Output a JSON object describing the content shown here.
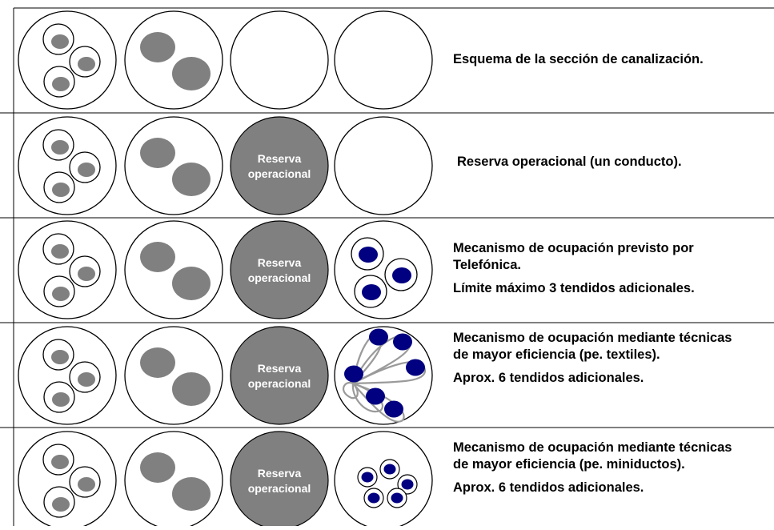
{
  "colors": {
    "line": "#000000",
    "gray_fill": "#808080",
    "reserve_fill": "#808080",
    "blue_fill": "#000080",
    "textile_outline": "#9a9a9a",
    "background": "#ffffff"
  },
  "reserve_label": [
    "Reserva",
    "operacional"
  ],
  "rows": [
    {
      "id": "row-1",
      "ducts": [
        "cables3",
        "cables2",
        "empty",
        "empty"
      ],
      "text": [
        "Esquema de la sección de canalización."
      ]
    },
    {
      "id": "row-2",
      "ducts": [
        "cables3",
        "cables2",
        "reserve",
        "empty"
      ],
      "text": [
        "Reserva operacional (un conducto)."
      ]
    },
    {
      "id": "row-3",
      "ducts": [
        "cables3",
        "cables2",
        "reserve",
        "blue3"
      ],
      "text": [
        "Mecanismo de ocupación previsto por",
        "Telefónica.",
        "",
        "Límite máximo 3 tendidos adicionales."
      ]
    },
    {
      "id": "row-4",
      "ducts": [
        "cables3",
        "cables2",
        "reserve",
        "textile6"
      ],
      "text": [
        "Mecanismo de ocupación mediante técnicas",
        "de mayor eficiencia (pe. textiles).",
        "",
        "Aprox. 6 tendidos adicionales."
      ]
    },
    {
      "id": "row-5",
      "ducts": [
        "cables3",
        "cables2",
        "reserve",
        "miniduct6"
      ],
      "text": [
        "Mecanismo de ocupación mediante técnicas",
        "de mayor eficiencia (pe. miniductos).",
        "",
        "Aprox. 6 tendidos adicionales."
      ]
    }
  ]
}
